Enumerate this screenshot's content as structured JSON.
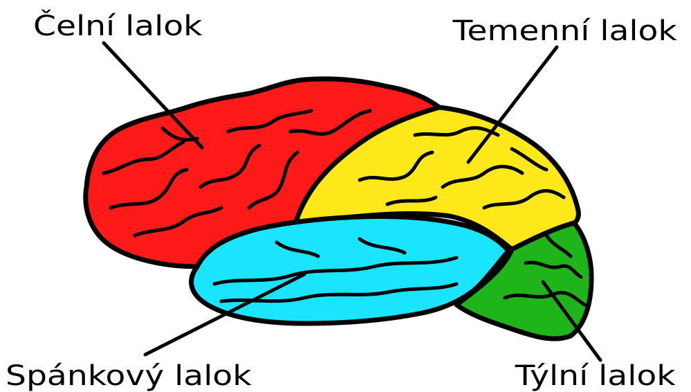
{
  "labels": {
    "frontal": "Čelní lalok",
    "parietal": "Temenní lalok",
    "temporal": "Spánkový lalok",
    "occipital": "Týlní lalok"
  },
  "colors": {
    "frontal": "#ff1a1a",
    "parietal": "#ffe81a",
    "temporal": "#1ae4ff",
    "occipital": "#1fb51a",
    "outline": "#000000"
  }
}
